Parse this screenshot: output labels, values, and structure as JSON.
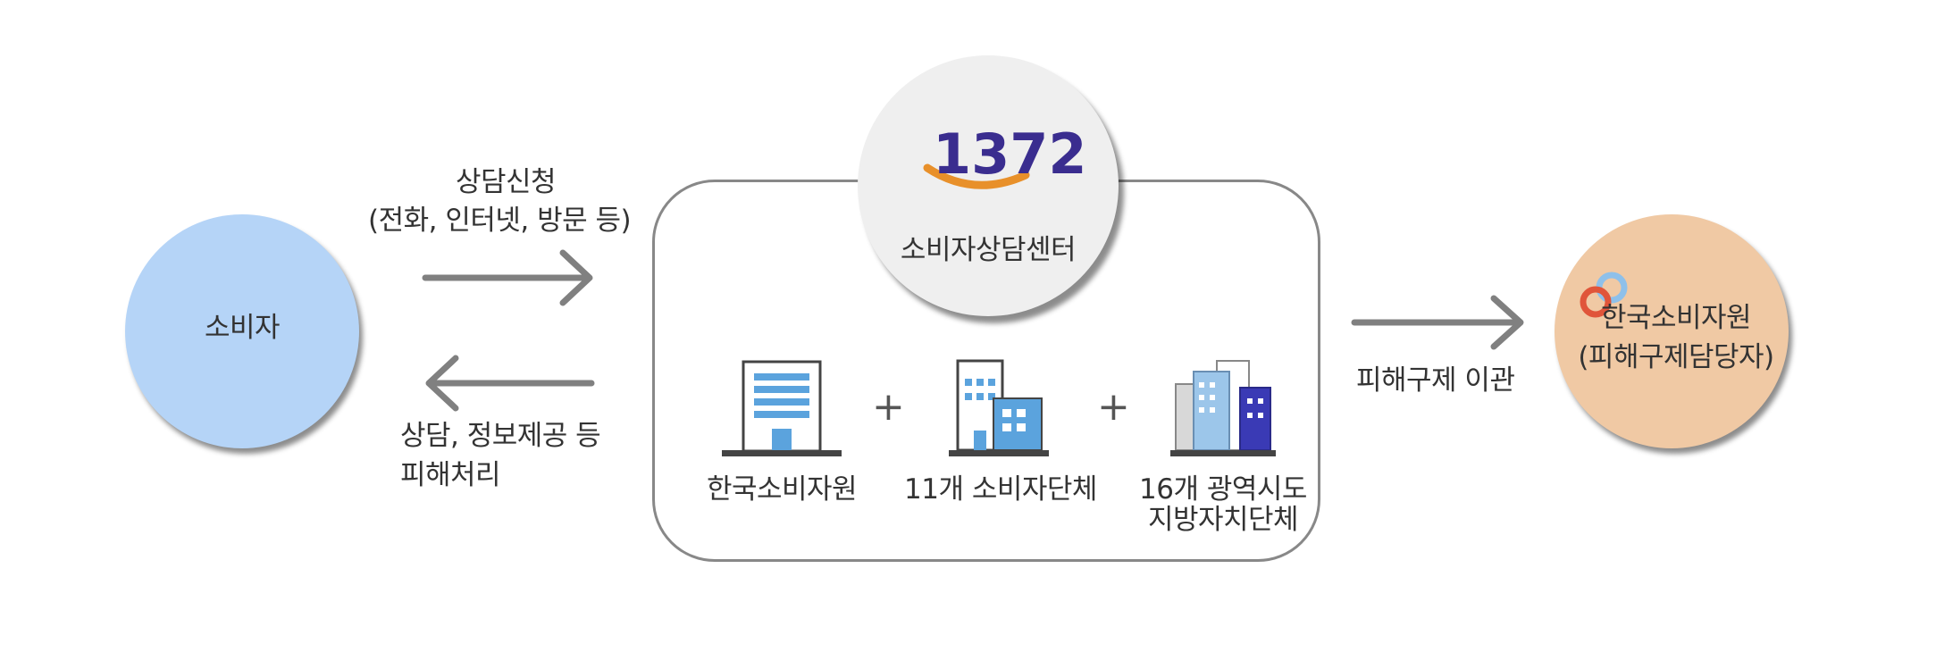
{
  "consumer": {
    "label": "소비자"
  },
  "request": {
    "line1": "상담신청",
    "line2": "(전화, 인터넷, 방문 등)"
  },
  "response": {
    "line1": "상담, 정보제공 등",
    "line2": "피해처리"
  },
  "center": {
    "logo_text": "1372",
    "label": "소비자상담센터",
    "logo_colors": {
      "digits": "#3a2d8f",
      "smile": "#e8902a"
    }
  },
  "members": [
    {
      "label": "한국소비자원",
      "icon": "building-icon"
    },
    {
      "label": "11개 소비자단체",
      "icon": "office-building-icon"
    },
    {
      "label_line1": "16개 광역시도",
      "label_line2": "지방자치단체",
      "icon": "city-buildings-icon"
    }
  ],
  "plus_sign": "+",
  "transfer": {
    "label": "피해구제 이관"
  },
  "kca": {
    "line1": "한국소비자원",
    "line2": "(피해구제담당자)"
  },
  "colors": {
    "consumer_fill": "#b5d4f7",
    "center_fill": "#efefef",
    "kca_fill": "#f0c9a4",
    "arrow": "#808080",
    "icon_blue": "#5ba3dd",
    "icon_navy": "#3a3ab5"
  }
}
